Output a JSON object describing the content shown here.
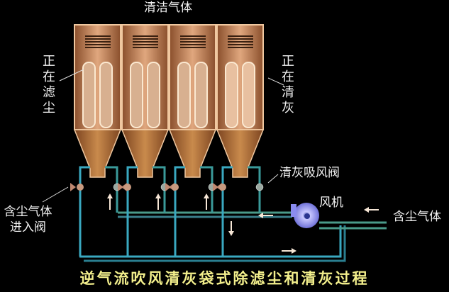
{
  "labels": {
    "clean_gas": "清洁气体",
    "filtering": "正在滤尘",
    "cleaning": "正在清灰",
    "suction_valve": "清灰吸风阀",
    "fan": "风机",
    "dusty_gas": "含尘气体",
    "inlet_valve": "含尘气体进入阀"
  },
  "title": "逆气流吹风清灰袋式除滤尘和清灰过程",
  "colors": {
    "background": "#000000",
    "chamber": "#c8865a",
    "pipe": "#3aa8c0",
    "fan": "#9a9cf0",
    "title": "#f3ef8c"
  }
}
